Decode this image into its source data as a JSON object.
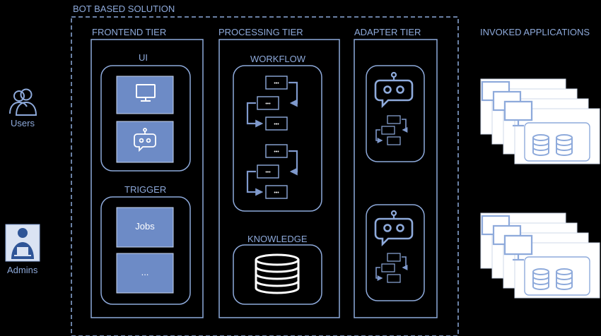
{
  "solution": {
    "title": "BOT BASED SOLUTION"
  },
  "tiers": {
    "frontend": {
      "title": "FRONTEND TIER",
      "ui": "UI",
      "trigger": "TRIGGER",
      "jobs": "Jobs",
      "more": "..."
    },
    "processing": {
      "title": "PROCESSING TIER",
      "workflow": "WORKFLOW",
      "knowledge": "KNOWLEDGE",
      "step_glyph": "•••"
    },
    "adapter": {
      "title": "ADAPTER TIER"
    }
  },
  "actors": {
    "users": "Users",
    "admins": "Admins"
  },
  "invoked": {
    "title": "INVOKED APPLICATIONS"
  },
  "colors": {
    "outline": "#8eaadb",
    "tile": "#6d8bc6",
    "arrow": "#7f99cc",
    "page": "#000000",
    "white": "#ffffff"
  },
  "icons": [
    "users-icon",
    "admin-icon",
    "monitor-icon",
    "robot-icon",
    "flow-arrow-icon",
    "database-icon",
    "window-icon"
  ]
}
